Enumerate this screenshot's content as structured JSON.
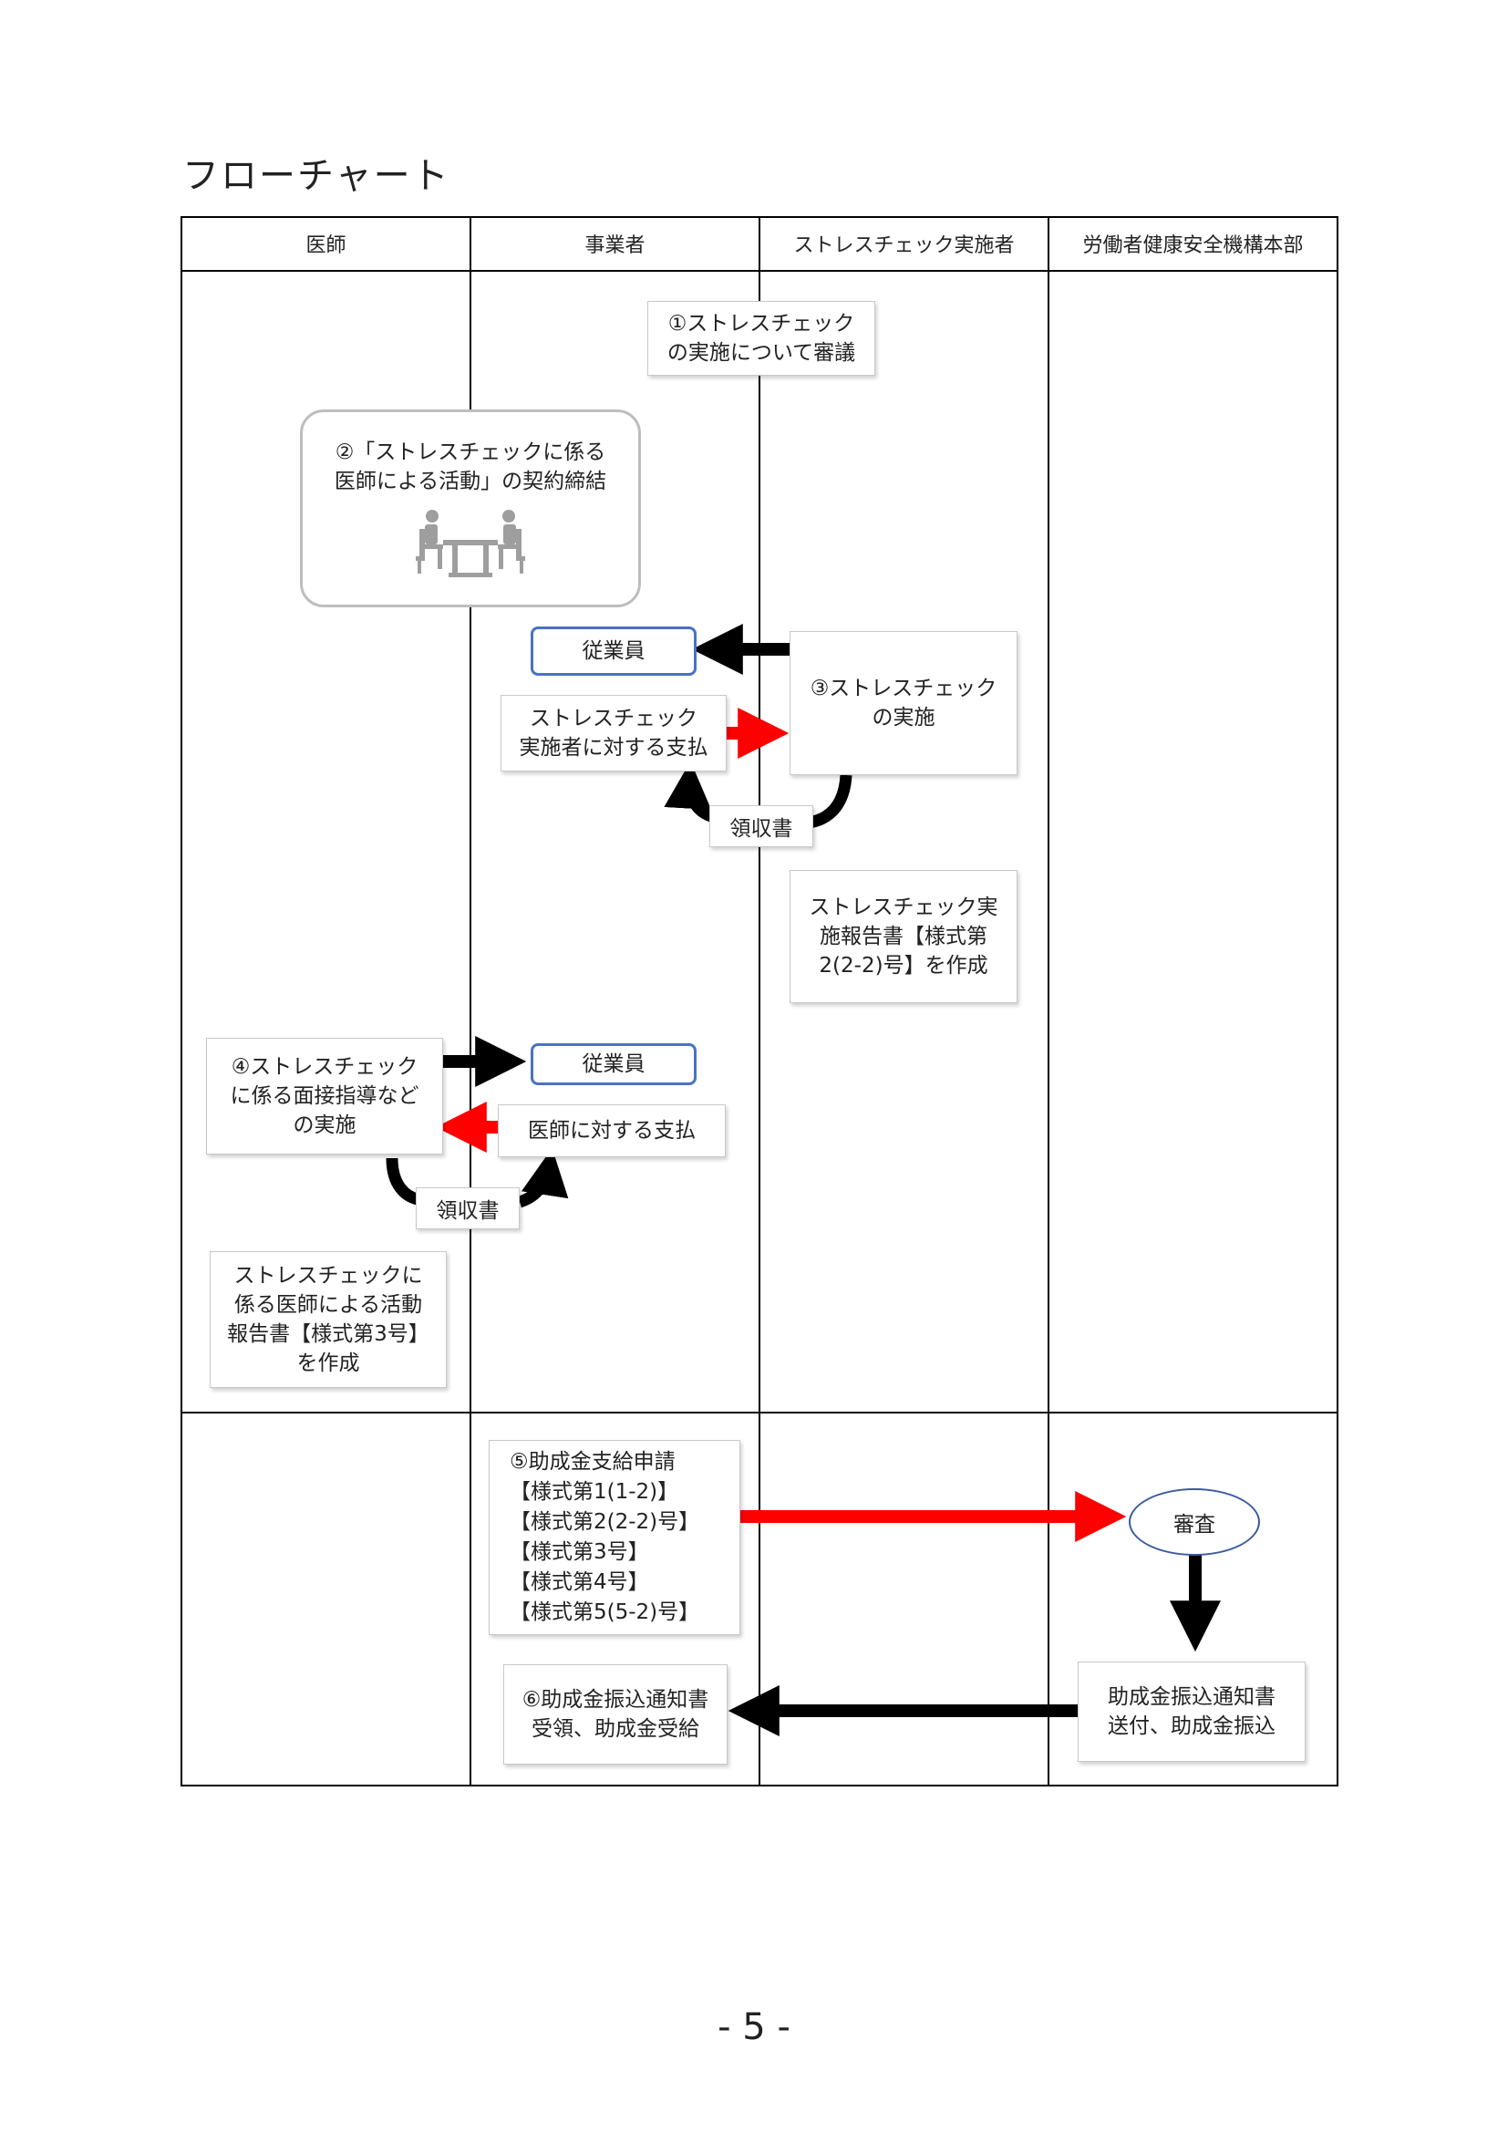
{
  "title": "フローチャート",
  "lanes": [
    "医師",
    "事業者",
    "ストレスチェック実施者",
    "労働者健康安全機構本部"
  ],
  "steps": {
    "s1": "①ストレスチェック\nの実施について審議",
    "s2": "②「ストレスチェックに係る\n医師による活動」の契約締結",
    "employee_1": "従業員",
    "payment_1": "ストレスチェック\n実施者に対する支払",
    "s3": "③ストレスチェック\nの実施",
    "receipt_1": "領収書",
    "report_1": "ストレスチェック実\n施報告書【様式第\n2(2-2)号】を作成",
    "s4": "④ストレスチェック\nに係る面接指導など\nの実施",
    "employee_2": "従業員",
    "payment_2": "医師に対する支払",
    "receipt_2": "領収書",
    "report_2": "ストレスチェックに\n係る医師による活動\n報告書【様式第3号】\nを作成",
    "s5": "⑤助成金支給申請\n【様式第1(1-2)】\n【様式第2(2-2)号】\n【様式第3号】\n【様式第4号】\n【様式第5(5-2)号】",
    "review": "審査",
    "notice": "助成金振込通知書\n送付、助成金振込",
    "s6": "⑥助成金振込通知書\n受領、助成金受給"
  },
  "icons": {
    "meeting": "meeting-people-icon"
  },
  "colors": {
    "red_arrow": "#ff0000",
    "black_arrow": "#000000",
    "blue_border": "#4a72c4"
  },
  "page_number": "- 5 -"
}
